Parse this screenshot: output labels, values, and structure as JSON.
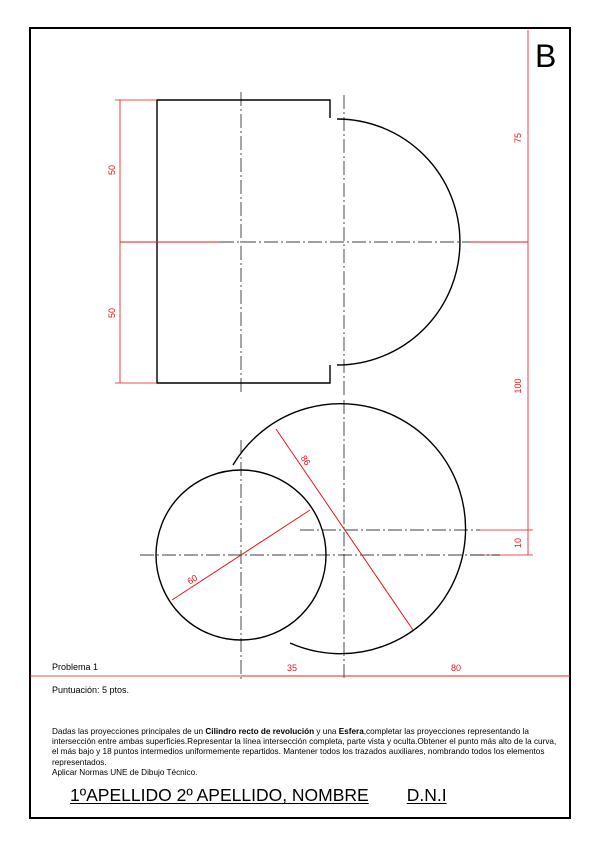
{
  "sheet": {
    "letter": "B"
  },
  "dimensions": {
    "height_top": "75",
    "height_bottom": "100",
    "offset": "10",
    "cyl_upper": "50",
    "cyl_lower": "50",
    "sphere_diameter": "86",
    "circle_diameter": "60",
    "horiz_left": "35",
    "horiz_right": "80"
  },
  "problem": {
    "title": "Problema  1",
    "score": "Puntuación: 5 ptos."
  },
  "statement": {
    "p1": "Dadas las proyecciones principales de un ",
    "b1": "Cilindro recto de revolución",
    "p2": " y una ",
    "b2": "Esfera",
    "p3": ",completar las proyecciones representando la intersección entre ambas superficies.Representar la línea intersección completa, parte vista y oculta.Obtener el punto más alto de la curva, el más bajo y 18 puntos intermedios uniformemente repartidos. Mantener todos los trazados auxiliares, nombrando todos los elementos representados.",
    "p4": "Aplicar Normas UNE de Dibujo Técnico."
  },
  "footer": {
    "name": "1ºAPELLIDO 2º APELLIDO, NOMBRE",
    "dni": "D.N.I"
  },
  "colors": {
    "line": "#000000",
    "dimension": "#e8161a"
  }
}
